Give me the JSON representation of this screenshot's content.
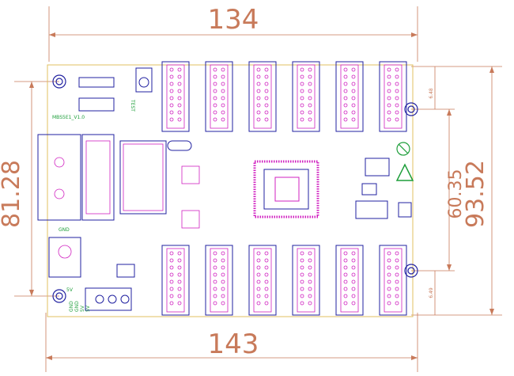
{
  "dimensions": {
    "top_width": "134",
    "bottom_width": "143",
    "left_height": "81.28",
    "right_inner_height": "60.35",
    "right_outer_height": "93.52",
    "top_offset": "6.48",
    "bottom_offset": "6.49"
  },
  "board": {
    "model": "MBS5E1_V1.0",
    "test_label": "TEST",
    "gnd_label": "GND",
    "power_label": "5V",
    "power_pins": [
      "GND",
      "GND",
      "5V",
      "5V"
    ]
  },
  "colors": {
    "outline": "#e0c060",
    "dimension": "#c87a5a",
    "silkscreen": "#1d9e3a",
    "pads": "#d020c0",
    "components": "#2020a0",
    "background": "#ffffff"
  }
}
